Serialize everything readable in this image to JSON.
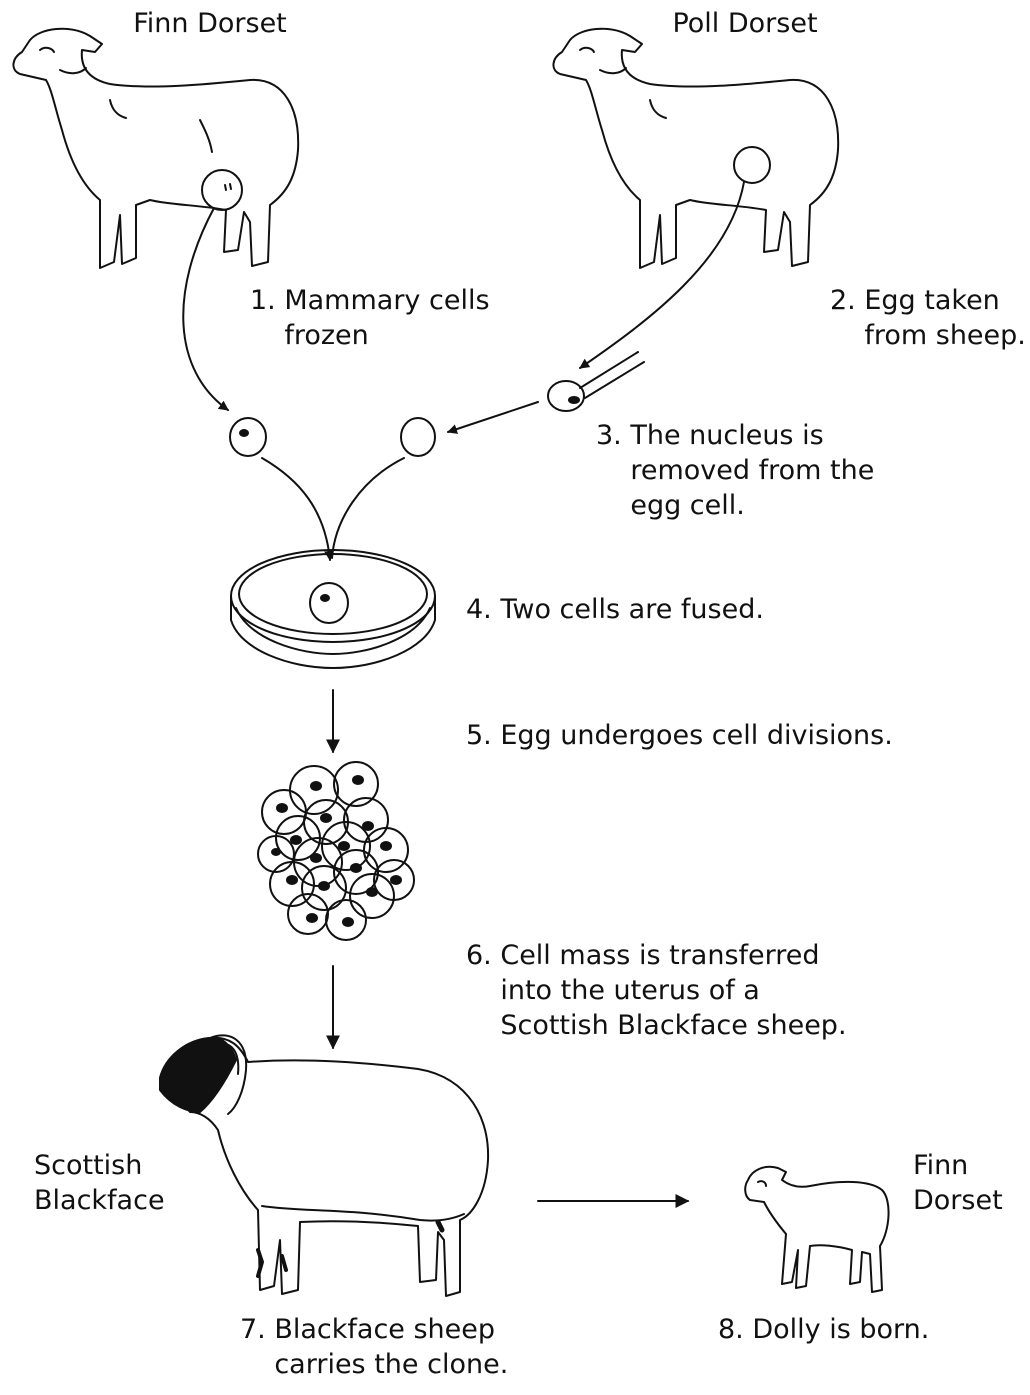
{
  "labels": {
    "finn_dorset_top": "Finn Dorset",
    "poll_dorset": "Poll Dorset",
    "step1": "1. Mammary cells\n    frozen",
    "step2": "2. Egg taken\n    from sheep.",
    "step3": "3. The nucleus is\n    removed from the\n    egg cell.",
    "step4": "4. Two cells are fused.",
    "step5": "5. Egg undergoes cell divisions.",
    "step6": "6. Cell mass is transferred\n    into the uterus of a\n    Scottish Blackface sheep.",
    "scottish_blackface": "Scottish\nBlackface",
    "finn_dorset_bottom": "Finn\nDorset",
    "step7": "7. Blackface sheep\n    carries the clone.",
    "step8": "8. Dolly is born."
  },
  "icons": {
    "finn_sheep": "sheep-icon",
    "poll_sheep": "sheep-icon",
    "blackface_sheep": "blackface-sheep-icon",
    "lamb": "lamb-icon",
    "pipette": "pipette-icon",
    "petri_dish": "petri-dish-icon",
    "cell_mass": "cell-mass-icon"
  },
  "colors": {
    "ink": "#111111",
    "background": "#ffffff"
  }
}
